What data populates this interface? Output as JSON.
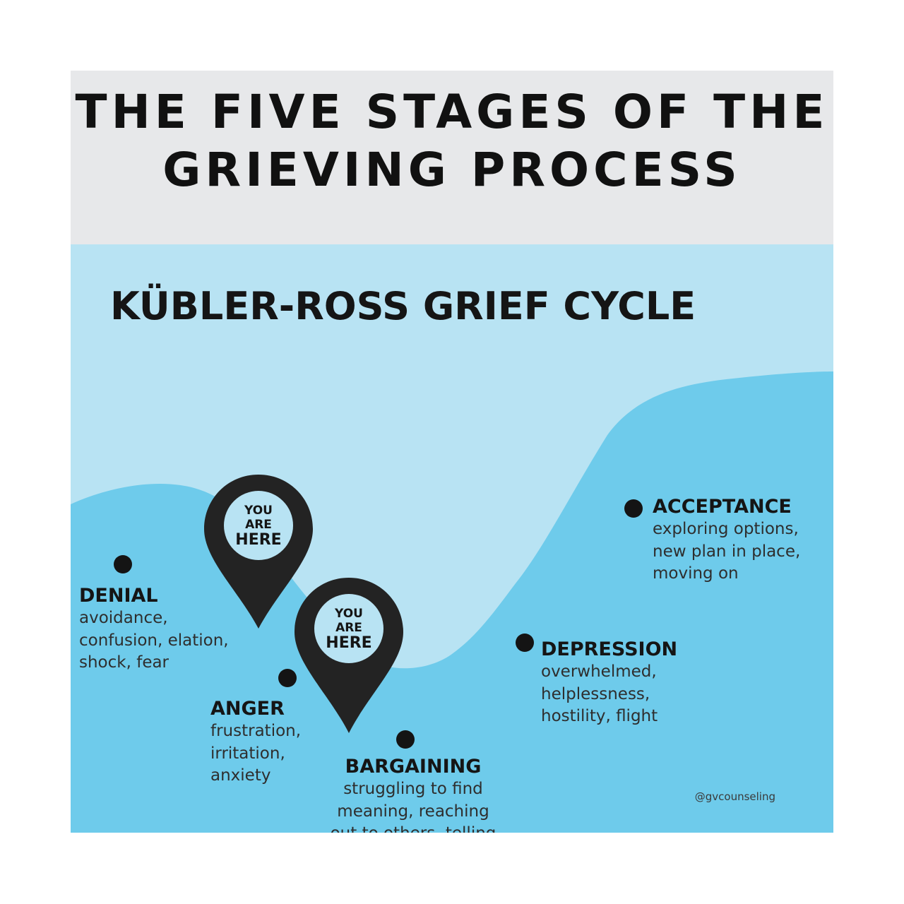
{
  "header": {
    "title_line1": "THE FIVE STAGES OF THE",
    "title_line2": "GRIEVING PROCESS"
  },
  "diagram": {
    "title": "KÜBLER-ROSS GRIEF CYCLE",
    "stages": [
      {
        "name": "DENIAL",
        "description": "avoidance,\nconfusion, elation,\nshock, fear"
      },
      {
        "name": "ANGER",
        "description": "frustration,\nirritation,\nanxiety"
      },
      {
        "name": "BARGAINING",
        "description": "struggling to find\nmeaning, reaching\nout to others, telling\none’s story"
      },
      {
        "name": "DEPRESSION",
        "description": "overwhelmed,\nhelplessness,\nhostility, flight"
      },
      {
        "name": "ACCEPTANCE",
        "description": "exploring options,\nnew plan in place,\nmoving on"
      }
    ],
    "markers": [
      {
        "line1": "YOU",
        "line2": "ARE",
        "line3": "HERE"
      },
      {
        "line1": "YOU",
        "line2": "ARE",
        "line3": "HERE"
      }
    ],
    "credit": "@gvcounseling"
  },
  "colors": {
    "header_bg": "#e7e8ea",
    "diagram_bg": "#b8e3f3",
    "wave": "#6ecbeb",
    "ink": "#151515"
  }
}
